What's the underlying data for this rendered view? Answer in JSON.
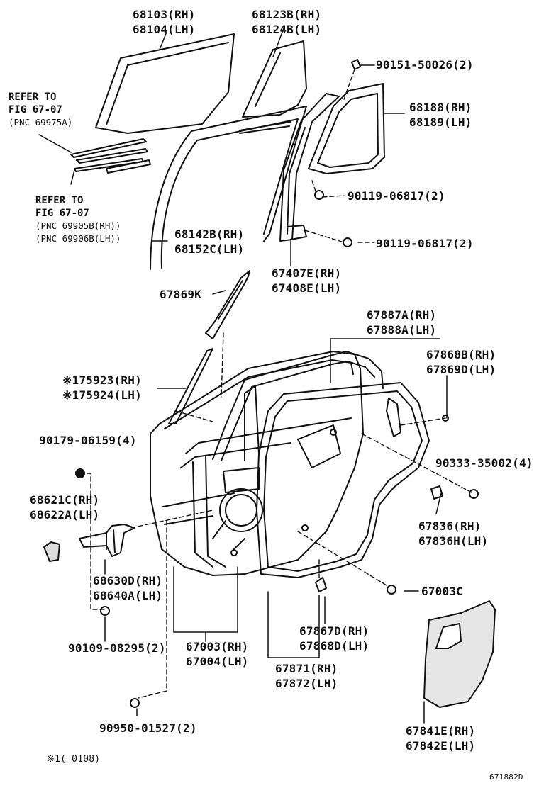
{
  "labels": {
    "glass_rh": "68103(RH)",
    "glass_lh": "68104(LH)",
    "quarter_glass_rh": "68123B(RH)",
    "quarter_glass_lh": "68124B(LH)",
    "screw": "90151-50026(2)",
    "quarter_frame_rh": "68188(RH)",
    "quarter_frame_lh": "68189(LH)",
    "bolt_upper": "90119-06817(2)",
    "bolt_lower": "90119-06817(2)",
    "run_rh": "68142B(RH)",
    "run_lh": "68152C(LH)",
    "sash_rh": "67407E(RH)",
    "sash_lh": "67408E(LH)",
    "part_67869k": "67869K",
    "frame_weather_rh": "67887A(RH)",
    "frame_weather_lh": "67888A(LH)",
    "lower_weather_rh": "67868B(RH)",
    "lower_weather_lh": "67869D(LH)",
    "moulding_rh": "※175923(RH)",
    "moulding_lh": "※175924(LH)",
    "nut": "90179-06159(4)",
    "clip": "90333-35002(4)",
    "cover_rh": "68621C(RH)",
    "cover_lh": "68622A(LH)",
    "plug_rh": "67836(RH)",
    "plug_lh": "67836H(LH)",
    "hinge_rh": "68630D(RH)",
    "hinge_lh": "68640A(LH)",
    "hole_plug": "67003C",
    "hinge_bolt": "90109-08295(2)",
    "door_panel_rh": "67003(RH)",
    "door_panel_lh": "67004(LH)",
    "seal_clip_rh": "67867D(RH)",
    "seal_clip_lh": "67868D(LH)",
    "weatherstrip_rh": "67871(RH)",
    "weatherstrip_lh": "67872(LH)",
    "service_hole_rh": "67841E(RH)",
    "service_hole_lh": "67842E(LH)",
    "pin": "90950-01527(2)",
    "footnote": "※1(      0108)",
    "figure_code": "671882D"
  },
  "references": [
    {
      "line1": "REFER TO",
      "line2": "FIG 67-07",
      "pnc": "(PNC 69975A)"
    },
    {
      "line1": "REFER TO",
      "line2": "FIG 67-07",
      "pnc1": "(PNC 69905B(RH))",
      "pnc2": "(PNC 69906B(LH))"
    }
  ]
}
